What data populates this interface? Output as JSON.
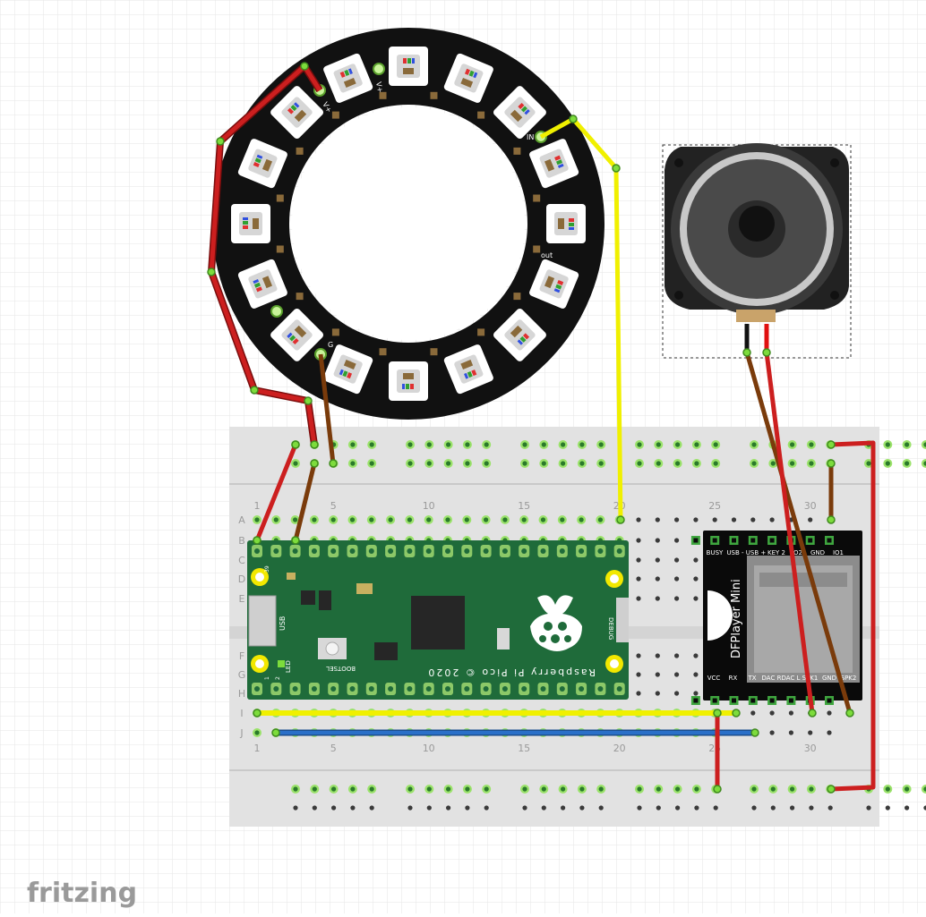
{
  "app": {
    "logo": "fritzing"
  },
  "colors": {
    "grid": "#e6e6e6",
    "board": "#e2e2e2",
    "pico": "#1f6b3a",
    "wire_red": "#cc1f1f",
    "wire_brown": "#7a3b0b",
    "wire_yellow": "#f0f000",
    "wire_blue": "#2a6fc8",
    "ring": "#111111",
    "dfplayer": "#0a0a0a"
  },
  "breadboard": {
    "column_numbers": [
      "1",
      "5",
      "10",
      "15",
      "20",
      "25",
      "30"
    ],
    "row_letters_top": [
      "A",
      "B",
      "C",
      "D",
      "E"
    ],
    "row_letters_bottom": [
      "F",
      "G",
      "H",
      "I",
      "J"
    ]
  },
  "neopixel_ring": {
    "pin_vplus_a": "V+",
    "pin_vplus_b": "V+",
    "pin_in": "IN",
    "pin_out": "out",
    "pin_gnd_a": "G",
    "pin_gnd_b": "G"
  },
  "pico": {
    "name": "Raspberry Pi Pico © 2020",
    "usb": "USB",
    "led": "LED",
    "bootsel": "BOOTSEL",
    "debug": "DEBUG",
    "pin1": "1",
    "pin2": "2",
    "pin39": "39"
  },
  "dfplayer": {
    "name": "DFPlayer Mini",
    "top_pins": [
      "BUSY",
      "USB -",
      "USB +",
      "KEY 2",
      "IO2",
      "GND",
      "IO1"
    ],
    "bottom_pins": [
      "VCC",
      "RX",
      "TX",
      "DAC R",
      "DAC L",
      "SPK1",
      "GND",
      "SPK2"
    ]
  },
  "speaker": {
    "wires": [
      "black",
      "red"
    ]
  }
}
